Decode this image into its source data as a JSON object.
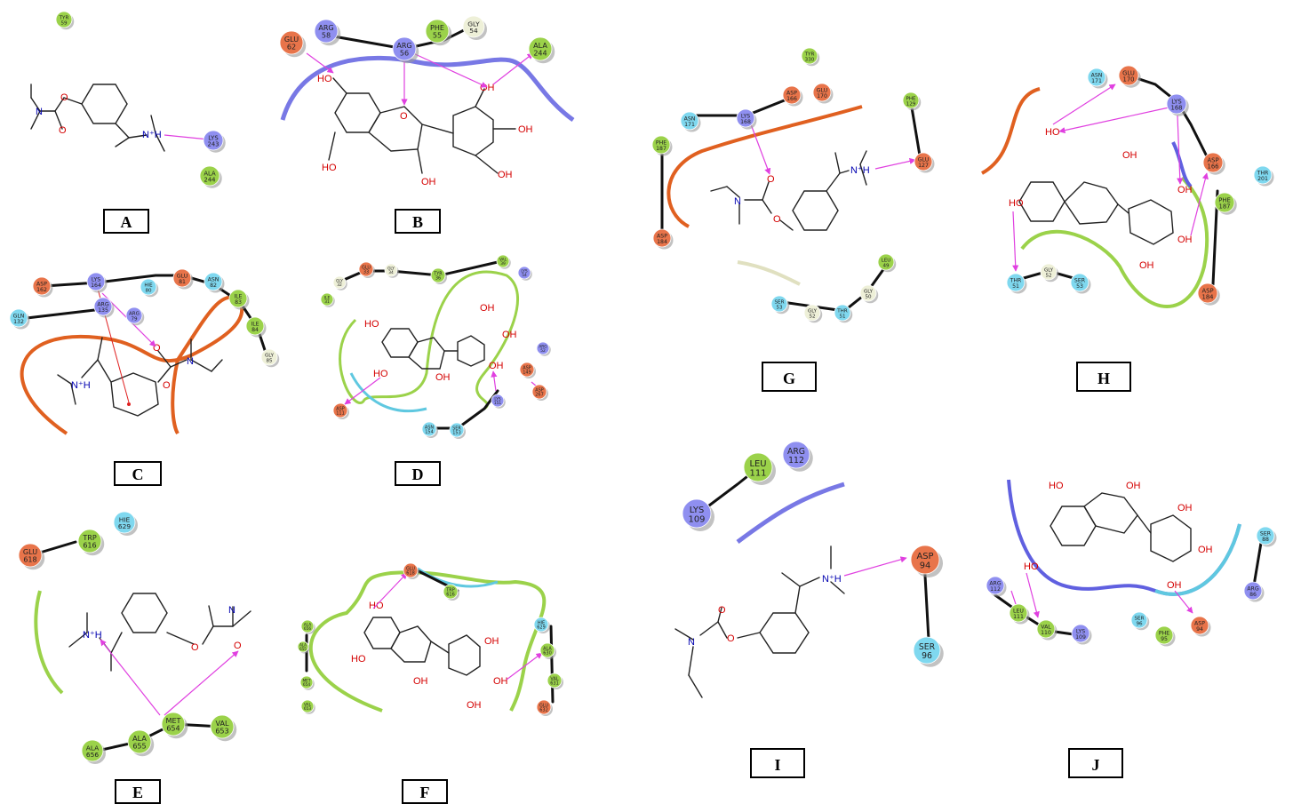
{
  "colors": {
    "acidic": "#e8744a",
    "basic": "#8f8ff0",
    "hydrophobic": "#9bd24a",
    "polar": "#7fd8ef",
    "glycine": "#eef0d8",
    "hbond": "#e040e0"
  },
  "panels": [
    {
      "id": "A",
      "label": "A"
    },
    {
      "id": "B",
      "label": "B"
    },
    {
      "id": "C",
      "label": "C"
    },
    {
      "id": "D",
      "label": "D"
    },
    {
      "id": "E",
      "label": "E"
    },
    {
      "id": "F",
      "label": "F"
    },
    {
      "id": "G",
      "label": "G"
    },
    {
      "id": "H",
      "label": "H"
    },
    {
      "id": "I",
      "label": "I"
    },
    {
      "id": "J",
      "label": "J"
    }
  ],
  "residues": {
    "A": [
      [
        "TYR",
        "59",
        "hydrophobic"
      ],
      [
        "LYS",
        "243",
        "basic"
      ],
      [
        "ALA",
        "244",
        "hydrophobic"
      ]
    ],
    "B": [
      [
        "GLU",
        "62",
        "acidic"
      ],
      [
        "ARG",
        "58",
        "basic"
      ],
      [
        "ARG",
        "56",
        "basic"
      ],
      [
        "PHE",
        "55",
        "hydrophobic"
      ],
      [
        "GLY",
        "54",
        "glycine"
      ],
      [
        "ALA",
        "244",
        "hydrophobic"
      ]
    ],
    "C": [
      [
        "ASP",
        "162",
        "acidic"
      ],
      [
        "LYS",
        "164",
        "basic"
      ],
      [
        "HIE",
        "80",
        "polar"
      ],
      [
        "GLU",
        "81",
        "acidic"
      ],
      [
        "ASN",
        "82",
        "polar"
      ],
      [
        "ILE",
        "83",
        "hydrophobic"
      ],
      [
        "ILE",
        "84",
        "hydrophobic"
      ],
      [
        "GLY",
        "85",
        "glycine"
      ],
      [
        "ARG",
        "135",
        "basic"
      ],
      [
        "ARG",
        "79",
        "basic"
      ],
      [
        "GLN",
        "132",
        "polar"
      ]
    ],
    "D": [
      [
        "GLY",
        "32",
        "glycine"
      ],
      [
        "GLU",
        "33",
        "acidic"
      ],
      [
        "GLY",
        "34",
        "glycine"
      ],
      [
        "TYR",
        "36",
        "hydrophobic"
      ],
      [
        "VAL",
        "39",
        "hydrophobic"
      ],
      [
        "LYS",
        "54",
        "basic"
      ],
      [
        "ILE",
        "31",
        "hydrophobic"
      ],
      [
        "ARG",
        "52",
        "basic"
      ],
      [
        "ASP",
        "149",
        "acidic"
      ],
      [
        "ASP",
        "267",
        "acidic"
      ],
      [
        "ASP",
        "111",
        "acidic"
      ],
      [
        "LYS",
        "151",
        "basic"
      ],
      [
        "ASN",
        "154",
        "polar"
      ],
      [
        "SER",
        "153",
        "polar"
      ]
    ],
    "E": [
      [
        "GLU",
        "618",
        "acidic"
      ],
      [
        "TRP",
        "616",
        "hydrophobic"
      ],
      [
        "HIE",
        "629",
        "polar"
      ],
      [
        "ALA",
        "656",
        "hydrophobic"
      ],
      [
        "ALA",
        "655",
        "hydrophobic"
      ],
      [
        "MET",
        "654",
        "hydrophobic"
      ],
      [
        "VAL",
        "653",
        "hydrophobic"
      ]
    ],
    "F": [
      [
        "GLU",
        "618",
        "acidic"
      ],
      [
        "TRP",
        "616",
        "hydrophobic"
      ],
      [
        "HIE",
        "629",
        "polar"
      ],
      [
        "ALA",
        "630",
        "hydrophobic"
      ],
      [
        "VAL",
        "631",
        "hydrophobic"
      ],
      [
        "GLU",
        "632",
        "acidic"
      ],
      [
        "ALA",
        "656",
        "hydrophobic"
      ],
      [
        "ALA",
        "655",
        "hydrophobic"
      ],
      [
        "MET",
        "654",
        "hydrophobic"
      ],
      [
        "VAL",
        "653",
        "hydrophobic"
      ]
    ],
    "G": [
      [
        "TYR",
        "330",
        "hydrophobic"
      ],
      [
        "ASP",
        "166",
        "acidic"
      ],
      [
        "LYS",
        "168",
        "basic"
      ],
      [
        "GLU",
        "170",
        "acidic"
      ],
      [
        "ASN",
        "171",
        "polar"
      ],
      [
        "PHE",
        "129",
        "hydrophobic"
      ],
      [
        "GLU",
        "127",
        "acidic"
      ],
      [
        "PHE",
        "187",
        "hydrophobic"
      ],
      [
        "ASP",
        "184",
        "acidic"
      ],
      [
        "LEU",
        "49",
        "hydrophobic"
      ],
      [
        "SER",
        "53",
        "polar"
      ],
      [
        "GLY",
        "52",
        "glycine"
      ],
      [
        "THR",
        "51",
        "polar"
      ],
      [
        "GLY",
        "50",
        "glycine"
      ]
    ],
    "H": [
      [
        "ASN",
        "171",
        "polar"
      ],
      [
        "GLU",
        "170",
        "acidic"
      ],
      [
        "LYS",
        "168",
        "basic"
      ],
      [
        "ASP",
        "166",
        "acidic"
      ],
      [
        "THR",
        "201",
        "polar"
      ],
      [
        "PHE",
        "187",
        "hydrophobic"
      ],
      [
        "ASP",
        "184",
        "acidic"
      ],
      [
        "THR",
        "51",
        "polar"
      ],
      [
        "GLY",
        "52",
        "glycine"
      ],
      [
        "SER",
        "53",
        "polar"
      ]
    ],
    "I": [
      [
        "LEU",
        "111",
        "hydrophobic"
      ],
      [
        "ARG",
        "112",
        "basic"
      ],
      [
        "LYS",
        "109",
        "basic"
      ],
      [
        "ASP",
        "94",
        "acidic"
      ],
      [
        "SER",
        "96",
        "polar"
      ]
    ],
    "J": [
      [
        "SER",
        "88",
        "polar"
      ],
      [
        "ARG",
        "86",
        "basic"
      ],
      [
        "ARG",
        "112",
        "basic"
      ],
      [
        "LEU",
        "111",
        "hydrophobic"
      ],
      [
        "VAL",
        "110",
        "hydrophobic"
      ],
      [
        "LYS",
        "109",
        "basic"
      ],
      [
        "SER",
        "96",
        "polar"
      ],
      [
        "PHE",
        "95",
        "hydrophobic"
      ],
      [
        "ASP",
        "94",
        "acidic"
      ]
    ]
  },
  "atoms": {
    "O": "O",
    "OH": "OH",
    "HO": "HO",
    "N": "N",
    "NH": "N⁺H"
  }
}
